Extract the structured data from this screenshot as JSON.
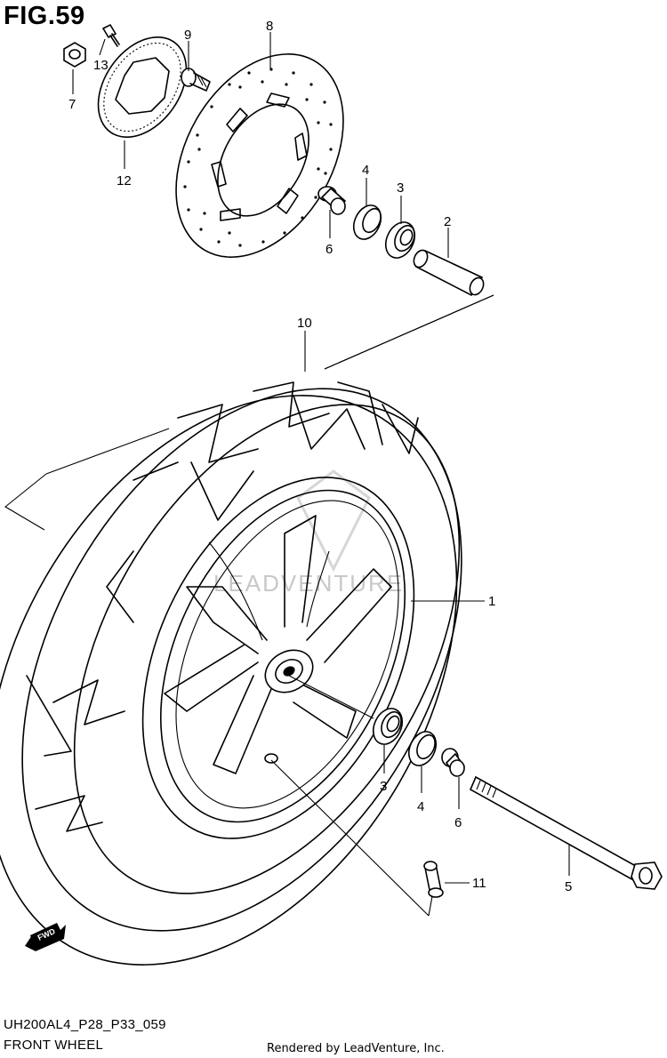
{
  "figure": {
    "title": "FIG.59",
    "code": "UH200AL4_P28_P33_059",
    "caption": "FRONT WHEEL",
    "rendered_by": "Rendered by LeadVenture, Inc.",
    "watermark": "LEADVENTURE",
    "direction_badge": "FWD"
  },
  "callouts": {
    "c1": "1",
    "c2": "2",
    "c3a": "3",
    "c3b": "3",
    "c4a": "4",
    "c4b": "4",
    "c5": "5",
    "c6a": "6",
    "c6b": "6",
    "c7": "7",
    "c8": "8",
    "c9": "9",
    "c10": "10",
    "c11": "11",
    "c12": "12",
    "c13": "13"
  },
  "colors": {
    "line": "#000000",
    "background": "#ffffff",
    "watermark": "#c8c8c8"
  }
}
